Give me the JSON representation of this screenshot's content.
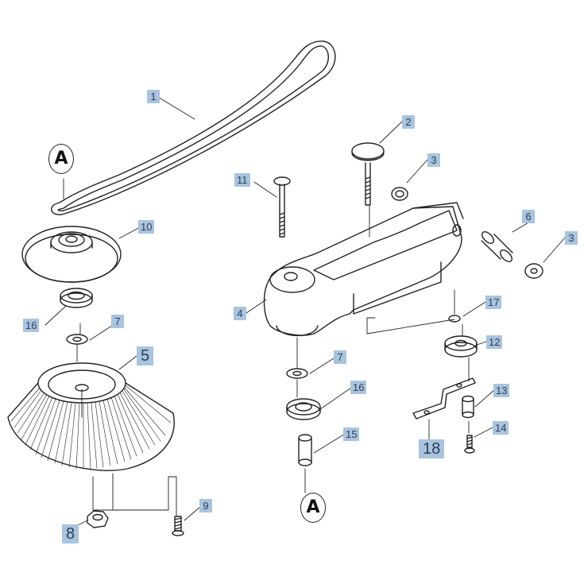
{
  "callouts": {
    "c1": "1",
    "c2": "2",
    "c3a": "3",
    "c3b": "3",
    "c4": "4",
    "c5": "5",
    "c6": "6",
    "c7a": "7",
    "c7b": "7",
    "c8": "8",
    "c9": "9",
    "c10": "10",
    "c11": "11",
    "c12": "12",
    "c13": "13",
    "c14": "14",
    "c15": "15",
    "c16a": "16",
    "c16b": "16",
    "c17": "17",
    "c18": "18"
  },
  "markers": {
    "top": "A",
    "bottom": "A"
  },
  "colors": {
    "label_bg": "#a9c4de",
    "label_text": "#2b3f56",
    "line": "#222222"
  }
}
